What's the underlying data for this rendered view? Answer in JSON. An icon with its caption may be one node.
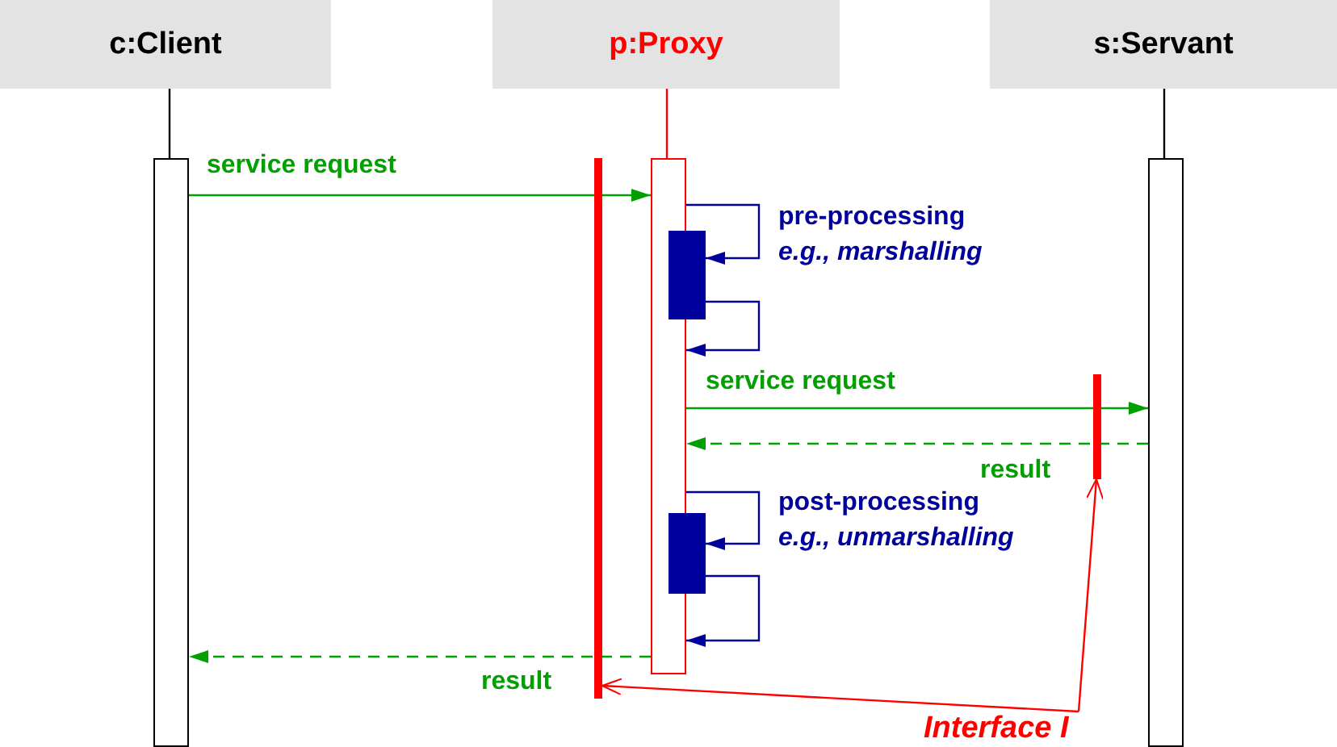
{
  "diagram": {
    "nodes": [
      {
        "text": [
          "c:Client"
        ]
      },
      {
        "text": [
          "p:Proxy"
        ]
      },
      {
        "text": [
          "s:Servant"
        ]
      },
      {
        "text": [],
        "shape": "bar"
      },
      {
        "text": [],
        "shape": "bar"
      },
      {
        "text": [],
        "shape": "bar"
      },
      {
        "text": [],
        "shape": "bar",
        "beside": [
          "pre-processing",
          "e.g., marshalling"
        ]
      },
      {
        "text": [],
        "shape": "bar",
        "beside": [
          "post-processing",
          "e.g., unmarshalling"
        ]
      },
      {
        "text": [],
        "shape": "bar"
      },
      {
        "text": [],
        "shape": "bar"
      },
      {
        "text": [
          "Interface I"
        ]
      }
    ],
    "edges": [
      {
        "from": 0,
        "to": 3,
        "arrow": "none",
        "color": "#000000"
      },
      {
        "from": 1,
        "to": 4,
        "arrow": "none",
        "color": "#ff0000"
      },
      {
        "from": 2,
        "to": 5,
        "arrow": "none",
        "color": "#000000"
      },
      {
        "from": 3,
        "to": 4,
        "arrow": "to",
        "label": "service request",
        "color": "#00a000"
      },
      {
        "from": 4,
        "to": 6,
        "arrow": "to",
        "color": "#00009c"
      },
      {
        "from": 6,
        "to": 4,
        "arrow": "to",
        "color": "#00009c"
      },
      {
        "from": 4,
        "to": 5,
        "arrow": "to",
        "label": "service request",
        "color": "#00a000"
      },
      {
        "from": 5,
        "to": 4,
        "arrow": "to",
        "label": "result",
        "style": "dashed",
        "color": "#00a000"
      },
      {
        "from": 4,
        "to": 7,
        "arrow": "to",
        "color": "#00009c"
      },
      {
        "from": 7,
        "to": 4,
        "arrow": "to",
        "color": "#00009c"
      },
      {
        "from": 4,
        "to": 3,
        "arrow": "to",
        "label": "result",
        "style": "dashed",
        "color": "#00a000"
      },
      {
        "from": 10,
        "to": 8,
        "arrow": "to",
        "color": "#ff0000"
      },
      {
        "from": 10,
        "to": 9,
        "arrow": "to",
        "color": "#ff0000"
      }
    ]
  }
}
